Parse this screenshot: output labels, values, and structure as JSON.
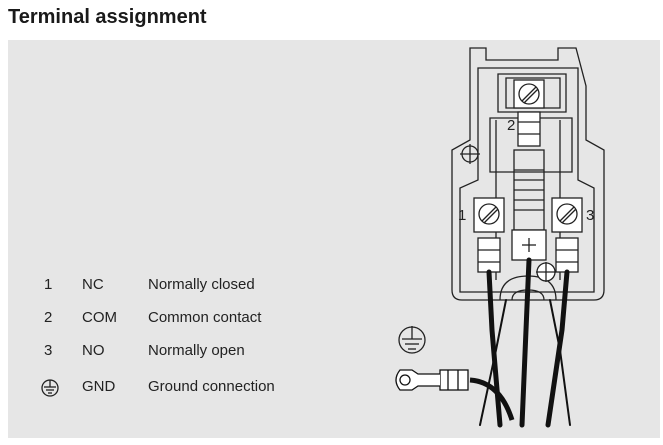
{
  "title": "Terminal assignment",
  "terminals": [
    {
      "num": "1",
      "code": "NC",
      "desc": "Normally closed"
    },
    {
      "num": "2",
      "code": "COM",
      "desc": "Common contact"
    },
    {
      "num": "3",
      "code": "NO",
      "desc": "Normally open"
    }
  ],
  "ground": {
    "code": "GND",
    "desc": "Ground connection",
    "icon": "ground-symbol-icon"
  },
  "diagram_labels": {
    "t1": "1",
    "t2": "2",
    "t3": "3"
  }
}
